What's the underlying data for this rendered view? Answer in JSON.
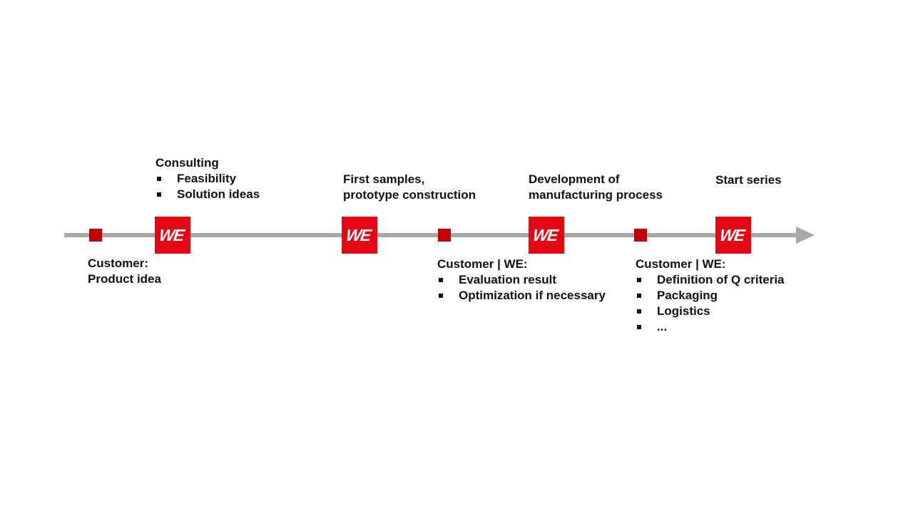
{
  "colors": {
    "timeline_gray": "#a8a8a8",
    "marker_red": "#c00000",
    "logo_red": "#e30613",
    "logo_text_white": "#ffffff",
    "text_black": "#111111"
  },
  "logo": {
    "text": "WE"
  },
  "labels": {
    "consulting": {
      "title": "Consulting",
      "items": [
        "Feasibility",
        "Solution ideas"
      ]
    },
    "customer_product": {
      "line1": "Customer:",
      "line2": "Product idea"
    },
    "first_samples": {
      "line1": "First samples,",
      "line2": "prototype construction"
    },
    "customer_we_mid": {
      "title": "Customer | WE:",
      "items": [
        "Evaluation result",
        "Optimization if necessary"
      ]
    },
    "development": {
      "line1": "Development of",
      "line2": "manufacturing process"
    },
    "customer_we_right": {
      "title": "Customer | WE:",
      "items": [
        "Definition of Q criteria",
        "Packaging",
        "Logistics",
        "..."
      ]
    },
    "start_series": {
      "title": "Start series"
    }
  }
}
